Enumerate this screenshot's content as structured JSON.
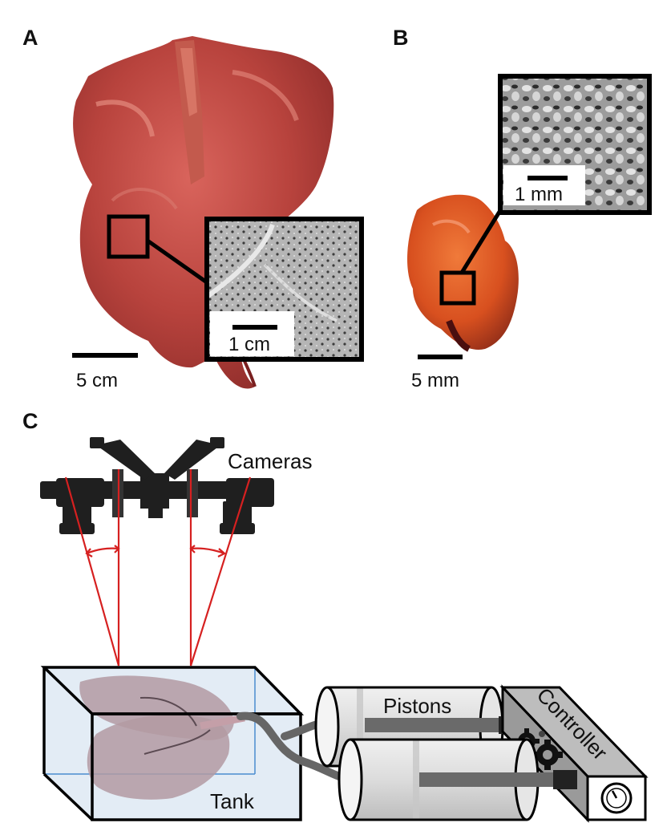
{
  "panels": {
    "a": {
      "letter": "A",
      "scale_main": "5 cm",
      "scale_inset": "1 cm"
    },
    "b": {
      "letter": "B",
      "scale_main": "5 mm",
      "scale_inset": "1 mm"
    },
    "c": {
      "letter": "C",
      "cameras_label": "Cameras",
      "pistons_label": "Pistons",
      "controller_label": "Controller",
      "tank_label": "Tank"
    }
  }
}
